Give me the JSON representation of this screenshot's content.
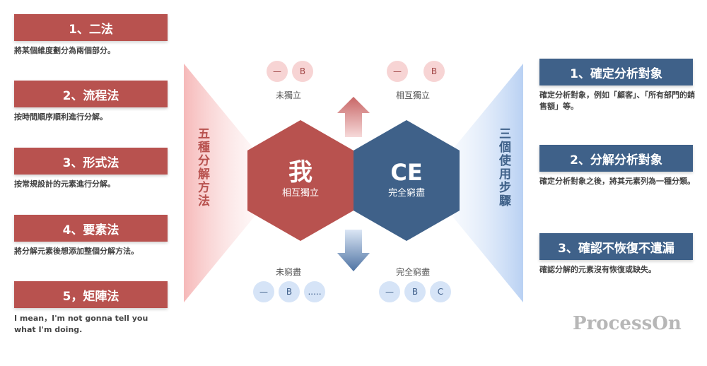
{
  "left_methods": [
    {
      "title": "1、二法",
      "desc": "將某個維度劃分為兩個部分。"
    },
    {
      "title": "2、流程法",
      "desc": "按時間順序順利進行分解。"
    },
    {
      "title": "3、形式法",
      "desc": "按常規設計的元素進行分解。"
    },
    {
      "title": "4、要素法",
      "desc": "將分解元素後想添加整個分解方法。"
    },
    {
      "title": "5，矩陣法",
      "desc": "I mean，I'm not gonna tell you what I'm doing."
    }
  ],
  "left_vertical": "五種分解方法",
  "right_steps": [
    {
      "title": "1、確定分析對象",
      "desc": "確定分析對象，例如「顧客」、「所有部門的銷售額」等。"
    },
    {
      "title": "2、分解分析對象",
      "desc": "確定分析對象之後，將其元素列為一種分類。"
    },
    {
      "title": "3、確認不恢復不遺漏",
      "desc": "確認分解的元素沒有恢復或缺失。"
    }
  ],
  "right_vertical": "三個使用步驟",
  "center": {
    "hex_left": {
      "big": "我",
      "small": "相互獨立"
    },
    "hex_right": {
      "big": "CE",
      "small": "完全窮盡"
    },
    "top_left": {
      "circles": [
        "—",
        "B"
      ],
      "label": "未獨立"
    },
    "top_right": {
      "circles": [
        "—",
        "B"
      ],
      "label": "相互獨立"
    },
    "bottom_left": {
      "circles": [
        "—",
        "B",
        "....."
      ],
      "label": "未窮盡"
    },
    "bottom_right": {
      "circles": [
        "—",
        "B",
        "C"
      ],
      "label": "完全窮盡"
    }
  },
  "colors": {
    "red": "#b8524f",
    "blue": "#3f6189"
  },
  "watermark": "ProcessOn"
}
